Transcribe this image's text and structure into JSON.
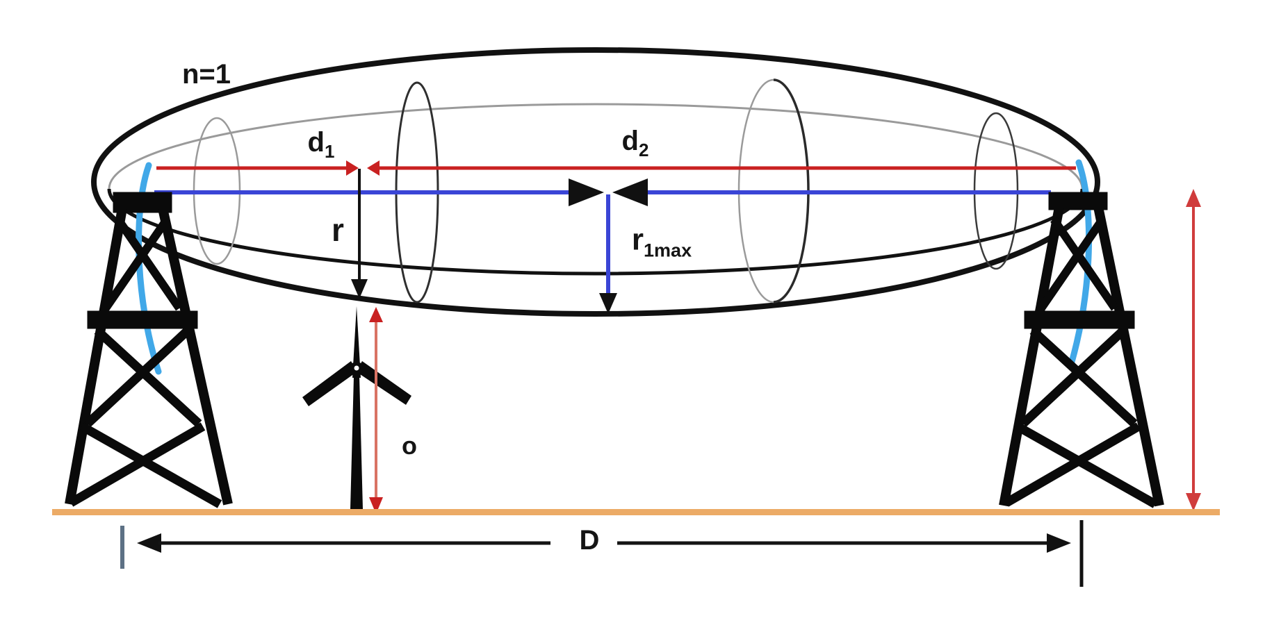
{
  "meta": {
    "description": "Fresnel zone clearance diagram between two radio towers with wind turbine obstacle"
  },
  "labels": {
    "zone": {
      "text": "n=1"
    },
    "d1": {
      "base": "d",
      "sub": "1"
    },
    "d2": {
      "base": "d",
      "sub": "2"
    },
    "r": {
      "text": "r"
    },
    "r1max": {
      "base": "r",
      "sub": "1max"
    },
    "obstacle_height": {
      "text": "o"
    },
    "distance": {
      "text": "D"
    }
  },
  "colors": {
    "ink": "#111111",
    "gray": "#9a9a9a",
    "red": "#c92121",
    "red2": "#d03c3c",
    "rose": "#d97364",
    "blue": "#3a45d6",
    "lightblue": "#41a8e8",
    "ground": "#ecab66",
    "tick": "#5d7185"
  }
}
